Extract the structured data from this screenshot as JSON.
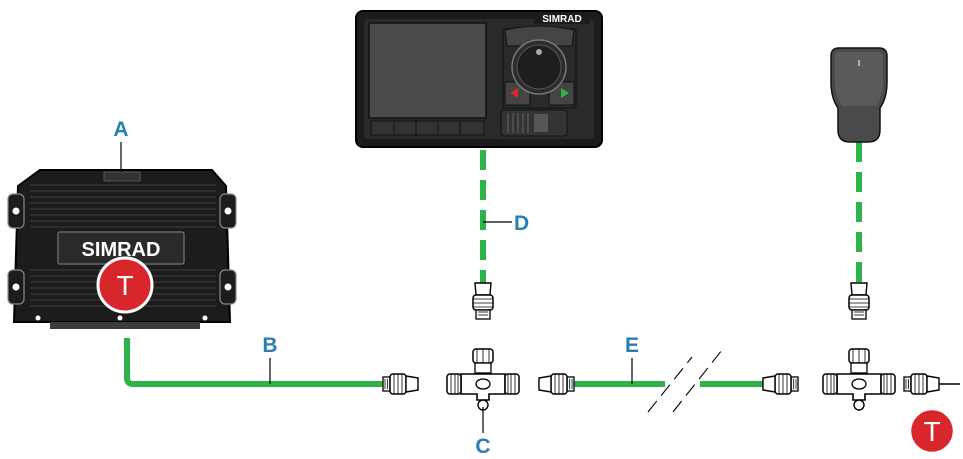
{
  "diagram": {
    "brand_text": "SIMRAD",
    "terminator_text": "T",
    "callouts": {
      "a": "A",
      "b": "B",
      "c": "C",
      "d": "D",
      "e": "E"
    }
  },
  "colors": {
    "cable": "#2db34a",
    "callout": "#2a7fb0",
    "terminator": "#d7262c",
    "device_dark": "#1c1c1c"
  },
  "icons": {
    "terminator": "terminator-icon",
    "connector": "n2k-connector-icon",
    "tee": "n2k-tee-icon"
  }
}
